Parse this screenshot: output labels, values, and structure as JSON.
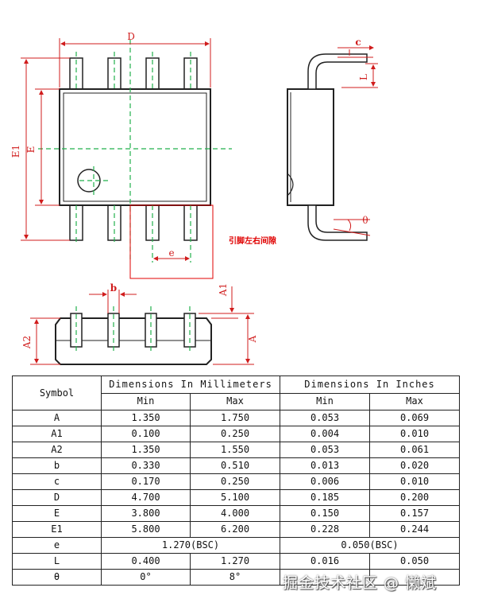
{
  "labels": {
    "D": "D",
    "E": "E",
    "E1": "E1",
    "e": "e",
    "b": "b",
    "A": "A",
    "A1": "A1",
    "A2": "A2",
    "c": "c",
    "L": "L",
    "theta": "θ",
    "pin_spacing_note": "引脚左右间隙"
  },
  "colors": {
    "dimension": "#d01c1c",
    "centerline": "#22b14c",
    "outline": "#222222",
    "annotation": "#e00000"
  },
  "table": {
    "symbol_header": "Symbol",
    "mm_header": "Dimensions In Millimeters",
    "in_header": "Dimensions In Inches",
    "min_label": "Min",
    "max_label": "Max",
    "rows": [
      {
        "symbol": "A",
        "mm_min": "1.350",
        "mm_max": "1.750",
        "in_min": "0.053",
        "in_max": "0.069"
      },
      {
        "symbol": "A1",
        "mm_min": "0.100",
        "mm_max": "0.250",
        "in_min": "0.004",
        "in_max": "0.010"
      },
      {
        "symbol": "A2",
        "mm_min": "1.350",
        "mm_max": "1.550",
        "in_min": "0.053",
        "in_max": "0.061"
      },
      {
        "symbol": "b",
        "mm_min": "0.330",
        "mm_max": "0.510",
        "in_min": "0.013",
        "in_max": "0.020"
      },
      {
        "symbol": "c",
        "mm_min": "0.170",
        "mm_max": "0.250",
        "in_min": "0.006",
        "in_max": "0.010"
      },
      {
        "symbol": "D",
        "mm_min": "4.700",
        "mm_max": "5.100",
        "in_min": "0.185",
        "in_max": "0.200"
      },
      {
        "symbol": "E",
        "mm_min": "3.800",
        "mm_max": "4.000",
        "in_min": "0.150",
        "in_max": "0.157"
      },
      {
        "symbol": "E1",
        "mm_min": "5.800",
        "mm_max": "6.200",
        "in_min": "0.228",
        "in_max": "0.244"
      },
      {
        "symbol": "e",
        "mm_span": "1.270(BSC)",
        "in_span": "0.050(BSC)"
      },
      {
        "symbol": "L",
        "mm_min": "0.400",
        "mm_max": "1.270",
        "in_min": "0.016",
        "in_max": "0.050"
      },
      {
        "symbol": "θ",
        "mm_min": "0°",
        "mm_max": "8°",
        "in_min": "",
        "in_max": ""
      }
    ]
  },
  "watermark": "掘金技术社区 @ 懒斌"
}
